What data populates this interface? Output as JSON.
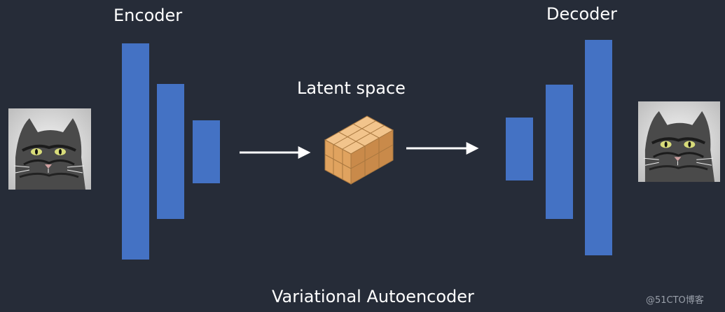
{
  "labels": {
    "encoder": "Encoder",
    "decoder": "Decoder",
    "latent": "Latent space",
    "title": "Variational Autoencoder"
  },
  "watermark": "@51CTO博客",
  "images": {
    "input": "cat",
    "output": "cat"
  },
  "icons": {
    "arrow": "arrow-right-icon",
    "cube": "cube-icon"
  },
  "colors": {
    "background": "#262c38",
    "layer": "#4472c4",
    "cube": "#e2a866",
    "text": "#ffffff"
  }
}
